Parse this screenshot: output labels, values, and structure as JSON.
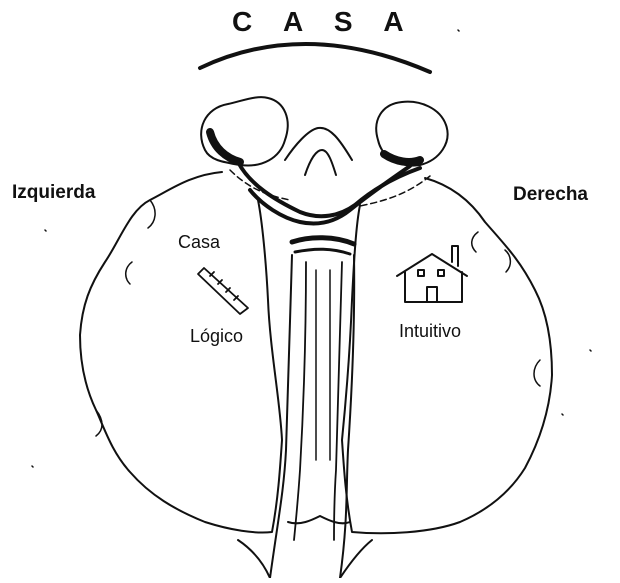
{
  "title": "C A S A",
  "hemispheres": {
    "left_label": "Izquierda",
    "right_label": "Derecha"
  },
  "left_side": {
    "word": "Casa",
    "mode": "Lógico"
  },
  "right_side": {
    "mode": "Intuitivo"
  },
  "colors": {
    "ink": "#111111",
    "background": "#ffffff"
  },
  "icons": {
    "left": "written-word-icon",
    "right": "house-icon"
  }
}
